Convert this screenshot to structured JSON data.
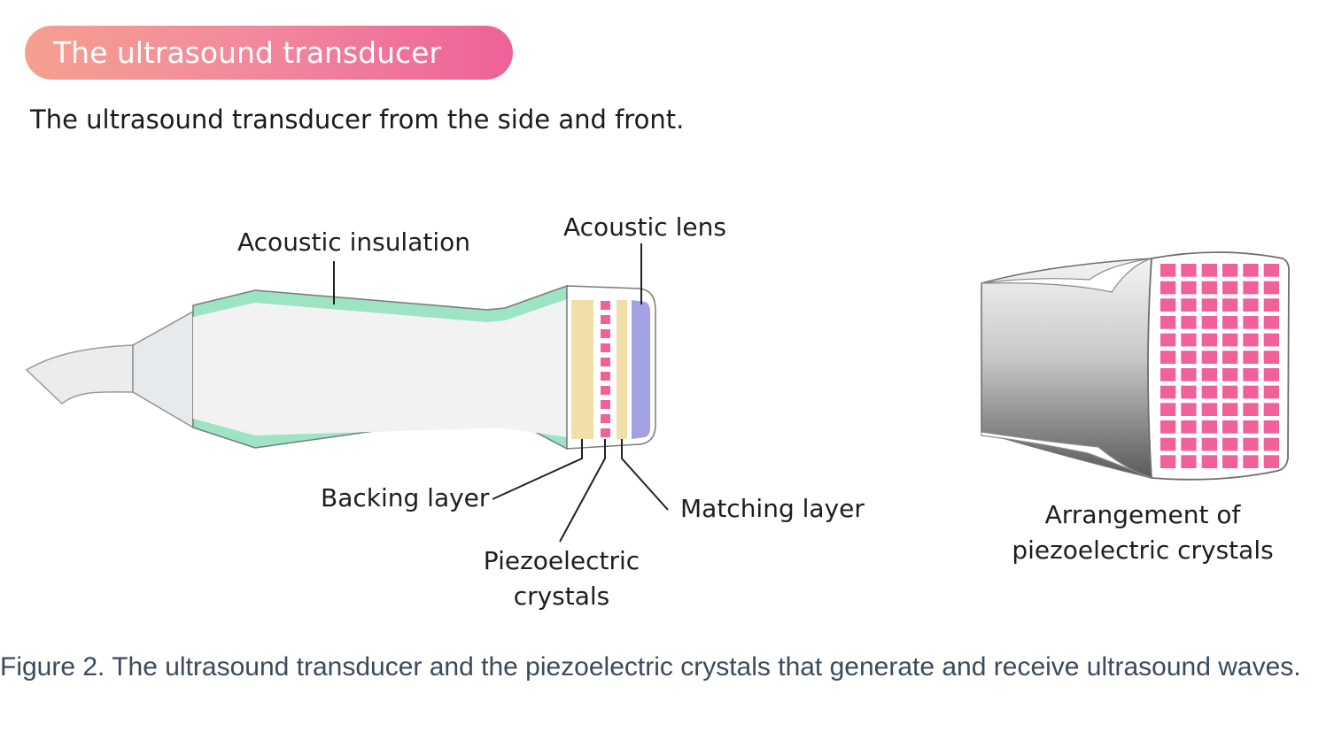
{
  "header": {
    "title": "The ultrasound transducer",
    "title_gradient": [
      "#f5a08f",
      "#ee6299"
    ]
  },
  "intro_text": "The ultrasound transducer from the side and front.",
  "diagram": {
    "labels": {
      "acoustic_insulation": "Acoustic insulation",
      "acoustic_lens": "Acoustic lens",
      "backing_layer": "Backing layer",
      "piezo_line1": "Piezoelectric",
      "piezo_line2": "crystals",
      "matching_layer": "Matching layer",
      "arrangement_line1": "Arrangement of",
      "arrangement_line2": "piezoelectric crystals"
    },
    "colors": {
      "insulation": "#9ce4c3",
      "body": "#f2f2f2",
      "backing": "#f0dfa8",
      "crystal": "#f0609a",
      "lens": "#a3a2e4"
    }
  },
  "caption": "Figure 2. The ultrasound transducer and the piezoelectric crystals that generate and receive ultrasound waves."
}
